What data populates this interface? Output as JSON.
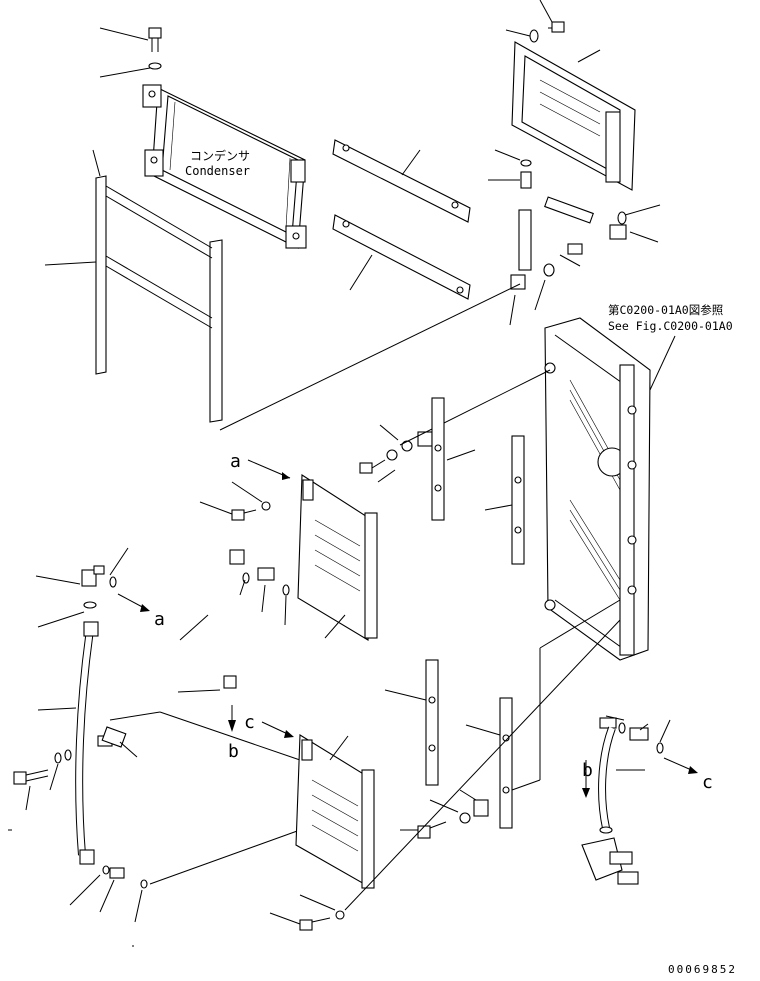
{
  "labels": {
    "condenser_jp": "コンデンサ",
    "condenser_en": "Condenser",
    "ref_jp": "第C0200-01A0図参照",
    "ref_en": "See Fig.C0200-01A0",
    "marker_a1": "a",
    "marker_a2": "a",
    "marker_b1": "b",
    "marker_b2": "b",
    "marker_c1": "c",
    "marker_c2": "c"
  },
  "footer": {
    "drawing_number": "00069852"
  }
}
